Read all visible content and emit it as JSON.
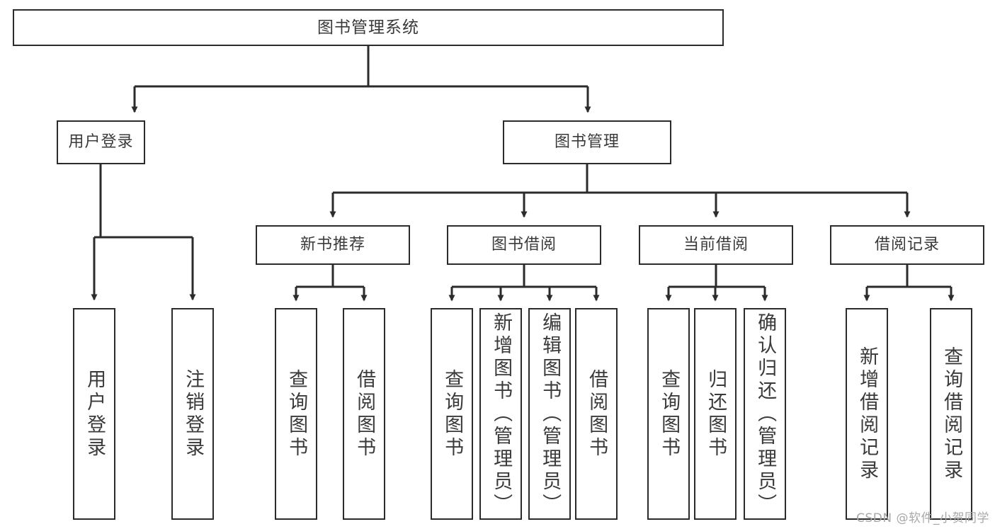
{
  "diagram": {
    "title": "图书管理系统",
    "type": "tree-hierarchy",
    "watermark": "CSDN @软件_小贺同学",
    "line_color": "#2b2b2b",
    "box_fill": "#ffffff",
    "text_color": "#3a3a3a"
  },
  "root": {
    "label": "图书管理系统"
  },
  "level1": {
    "user_login": {
      "label": "用户登录"
    },
    "book_mgmt": {
      "label": "图书管理"
    }
  },
  "level2": {
    "new_book_rec": {
      "label": "新书推荐"
    },
    "book_borrow": {
      "label": "图书借阅"
    },
    "cur_borrow": {
      "label": "当前借阅"
    },
    "borrow_log": {
      "label": "借阅记录"
    }
  },
  "leaves": {
    "user_login": [
      {
        "label": "用户登录"
      },
      {
        "label": "注销登录"
      }
    ],
    "new_book_rec": [
      {
        "label": "查询图书"
      },
      {
        "label": "借阅图书"
      }
    ],
    "book_borrow": [
      {
        "label": "查询图书"
      },
      {
        "label": "新增图书（管理员）"
      },
      {
        "label": "编辑图书（管理员）"
      },
      {
        "label": "借阅图书"
      }
    ],
    "cur_borrow": [
      {
        "label": "查询图书"
      },
      {
        "label": "归还图书"
      },
      {
        "label": "确认归还（管理员）"
      }
    ],
    "borrow_log": [
      {
        "label": "新增借阅记录"
      },
      {
        "label": "查询借阅记录"
      }
    ]
  }
}
